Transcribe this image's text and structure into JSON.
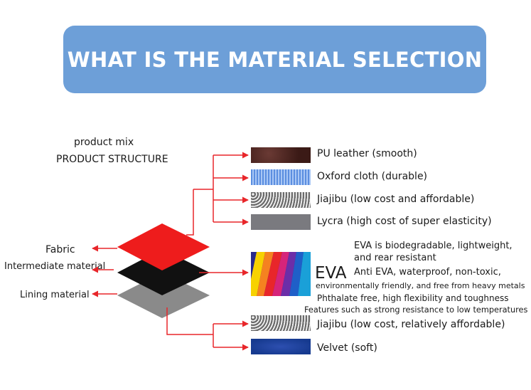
{
  "header": {
    "title": "WHAT IS THE MATERIAL SELECTION"
  },
  "left": {
    "product_mix": "product mix",
    "product_structure": "PRODUCT STRUCTURE",
    "layers": [
      "Fabric",
      "Intermediate material",
      "Lining material"
    ]
  },
  "colors": {
    "banner": "#6d9fd8",
    "arrow": "#e8262a",
    "fabric_layer": "#ee1c1c",
    "intermediate_layer": "#111111",
    "lining_layer": "#8a8a8a"
  },
  "materials": {
    "pu_leather": "PU leather (smooth)",
    "oxford": "Oxford cloth (durable)",
    "jiajibu_top": "Jiajibu (low cost and affordable)",
    "lycra": "Lycra (high cost of super elasticity)",
    "eva_label": "EVA",
    "eva_lines": [
      "EVA is biodegradable, lightweight,",
      "and rear resistant",
      "Anti EVA, waterproof, non-toxic,",
      "environmentally friendly, and free from heavy metals",
      "Phthalate free, high flexibility and toughness",
      "Features such as strong resistance to low temperatures"
    ],
    "jiajibu_bottom": "Jiajibu (low cost, relatively affordable)",
    "velvet": "Velvet (soft)"
  }
}
